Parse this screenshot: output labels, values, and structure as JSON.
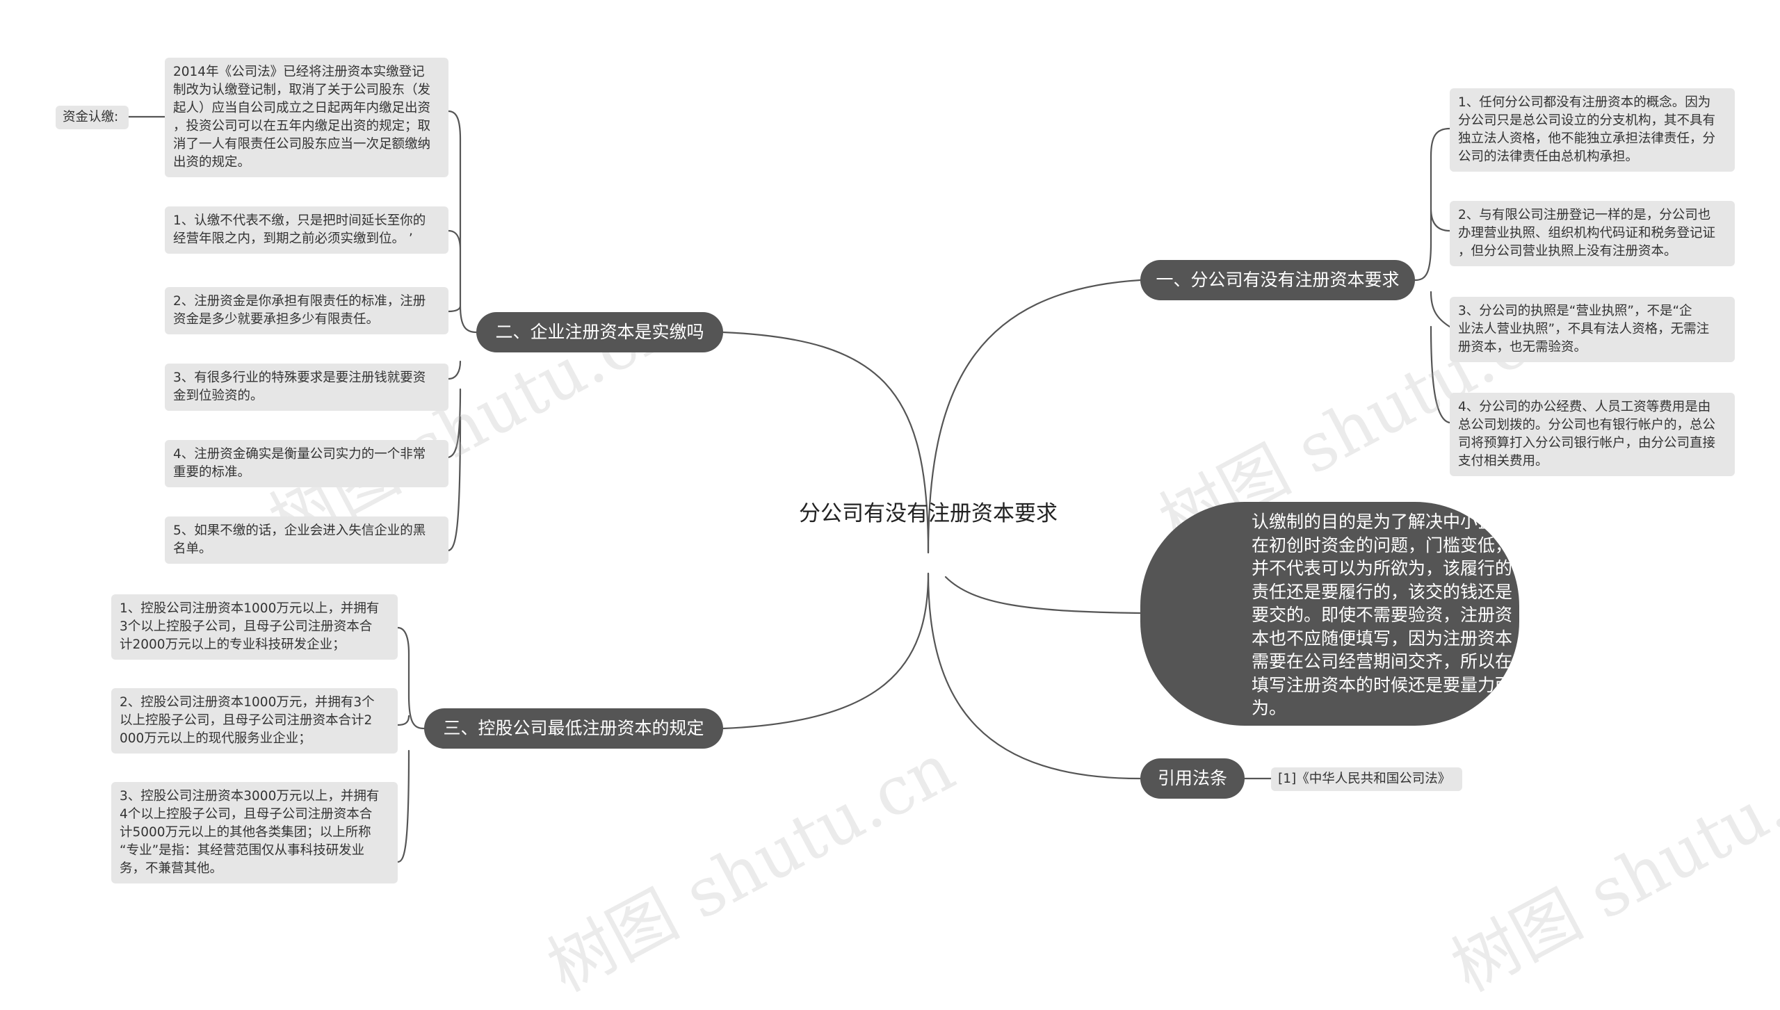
{
  "root": {
    "title": "分公司有没有注册资本要求"
  },
  "watermark": "树图 shutu.cn",
  "branches": {
    "b1": {
      "label": "一、分公司有没有注册资本要求",
      "items": [
        "1、任何分公司都没有注册资本的概念。因为\n分公司只是总公司设立的分支机构，其不具有\n独立法人资格，他不能独立承担法律责任，分\n公司的法律责任由总机构承担。",
        "2、与有限公司注册登记一样的是，分公司也\n办理营业执照、组织机构代码证和税务登记证\n，但分公司营业执照上没有注册资本。",
        "3、分公司的执照是“营业执照”，不是“企\n业法人营业执照”，不具有法人资格，无需注\n册资本，也无需验资。",
        "4、分公司的办公经费、人员工资等费用是由\n总公司划拨的。分公司也有银行帐户的，总公\n司将预算打入分公司银行帐户，由分公司直接\n支付相关费用。"
      ]
    },
    "b2": {
      "label": "二、企业注册资本是实缴吗",
      "intro": "2014年《公司法》已经将注册资本实缴登记\n制改为认缴登记制，取消了关于公司股东（发\n起人）应当自公司成立之日起两年内缴足出资\n，投资公司可以在五年内缴足出资的规定；取\n消了一人有限责任公司股东应当一次足额缴纳\n出资的规定。",
      "intro_tag": "资金认缴:",
      "items": [
        "1、认缴不代表不缴，只是把时间延长至你的\n经营年限之内，到期之前必须实缴到位。 ’",
        "2、注册资金是你承担有限责任的标准，注册\n资金是多少就要承担多少有限责任。",
        "3、有很多行业的特殊要求是要注册钱就要资\n金到位验资的。",
        "4、注册资金确实是衡量公司实力的一个非常\n重要的标准。",
        "5、如果不缴的话，企业会进入失信企业的黑\n名单。"
      ]
    },
    "b3": {
      "label": "三、控股公司最低注册资本的规定",
      "items": [
        "1、控股公司注册资本1000万元以上，并拥有\n3个以上控股子公司，且母子公司注册资本合\n计2000万元以上的专业科技研发企业；",
        "2、控股公司注册资本1000万元，并拥有3个\n以上控股子公司，且母子公司注册资本合计2\n000万元以上的现代服务业企业；",
        "3、控股公司注册资本3000万元以上，并拥有\n4个以上控股子公司，且母子公司注册资本合\n计5000万元以上的其他各类集团；以上所称\n“专业”是指：其经营范围仅从事科技研发业\n务，不兼营其他。"
      ]
    },
    "b4": {
      "text": "认缴制的目的是为了解决中小企业\n在初创时资金的问题，门槛变低，\n并不代表可以为所欲为，该履行的\n责任还是要履行的，该交的钱还是\n要交的。即使不需要验资，注册资\n本也不应随便填写，因为注册资本\n需要在公司经营期间交齐，所以在\n填写注册资本的时候还是要量力而\n为。"
    },
    "b5": {
      "label": "引用法条",
      "items": [
        "[1]《中华人民共和国公司法》"
      ]
    }
  },
  "colors": {
    "line": "#555555",
    "branch_bg": "#555555",
    "leaf_bg": "#e6e6e6",
    "text": "#333333"
  }
}
